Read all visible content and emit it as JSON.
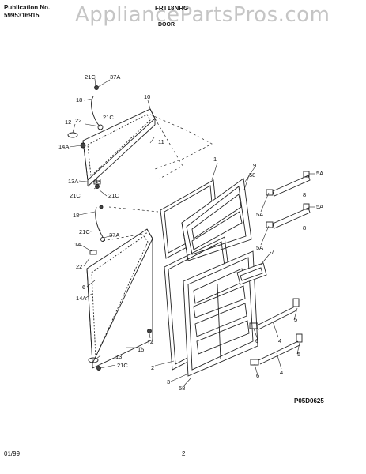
{
  "header": {
    "publication_label": "Publication No.",
    "publication_number": "5995316915",
    "model": "FRT18NRG",
    "section": "DOOR",
    "watermark": "AppliancePartsPros.com"
  },
  "diagram": {
    "callouts": {
      "c21c_top": "21C",
      "c37a_top": "37A",
      "c18_top": "18",
      "c10": "10",
      "c12": "12",
      "c22_top": "22",
      "c21c_mid": "21C",
      "c14a_top": "14A",
      "c11": "11",
      "c13a": "13A",
      "c14_top": "14",
      "c21c_l": "21C",
      "c21c_r": "21C",
      "c1": "1",
      "c9": "9",
      "c58_top": "58",
      "c5a_1": "5A",
      "c8_1": "8",
      "c5a_2": "5A",
      "c5a_3": "5A",
      "c8_2": "8",
      "c5a_4": "5A",
      "c7": "7",
      "c18_bot": "18",
      "c21c_b": "21C",
      "c37a_b": "37A",
      "c14_mid": "14",
      "c22_bot": "22",
      "c6_l": "6",
      "c14a_bot": "14A",
      "c5_1": "5",
      "c4_1": "4",
      "c6_r1": "6",
      "c14_bot": "14",
      "c15": "15",
      "c2": "2",
      "c13": "13",
      "c21c_bb": "21C",
      "c3": "3",
      "c58_bot": "58",
      "c5_2": "5",
      "c4_2": "4",
      "c6_r2": "6"
    }
  },
  "footer": {
    "diagram_code": "P05D0625",
    "date": "01/99",
    "page": "2"
  }
}
